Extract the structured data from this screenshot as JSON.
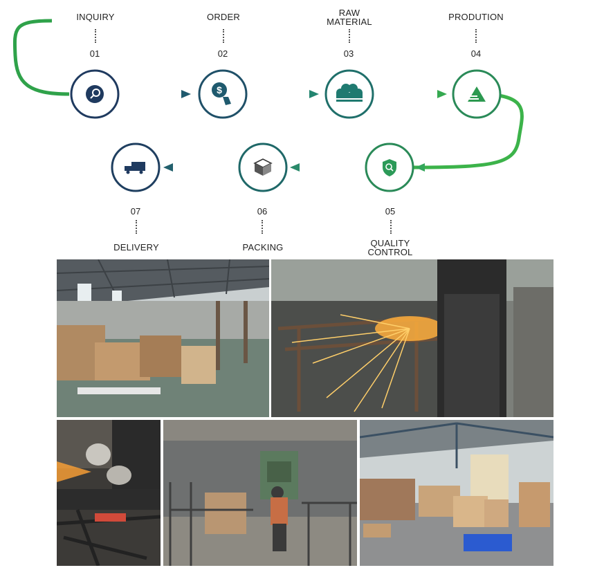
{
  "steps": [
    {
      "num": "01",
      "label": "INQUIRY",
      "icon": "magnifier-icon"
    },
    {
      "num": "02",
      "label": "ORDER",
      "icon": "dollar-hand-icon"
    },
    {
      "num": "03",
      "label": "RAW\nMATERIAL",
      "icon": "lumber-stack-icon"
    },
    {
      "num": "04",
      "label": "PRODUTION",
      "icon": "production-icon"
    },
    {
      "num": "05",
      "label": "QUALITY\nCONTROL",
      "icon": "shield-search-icon"
    },
    {
      "num": "06",
      "label": "PACKING",
      "icon": "box-icon"
    },
    {
      "num": "07",
      "label": "DELIVERY",
      "icon": "truck-icon"
    }
  ],
  "colors": {
    "navy": "#1f3a5f",
    "teal": "#1f7a7a",
    "green": "#35b04a",
    "circle_border": "#1f4e52"
  },
  "photos": [
    {
      "name": "warehouse-lumber-photo"
    },
    {
      "name": "welding-sparks-photo"
    },
    {
      "name": "grinding-photo"
    },
    {
      "name": "punch-press-photo"
    },
    {
      "name": "carton-warehouse-photo"
    }
  ]
}
